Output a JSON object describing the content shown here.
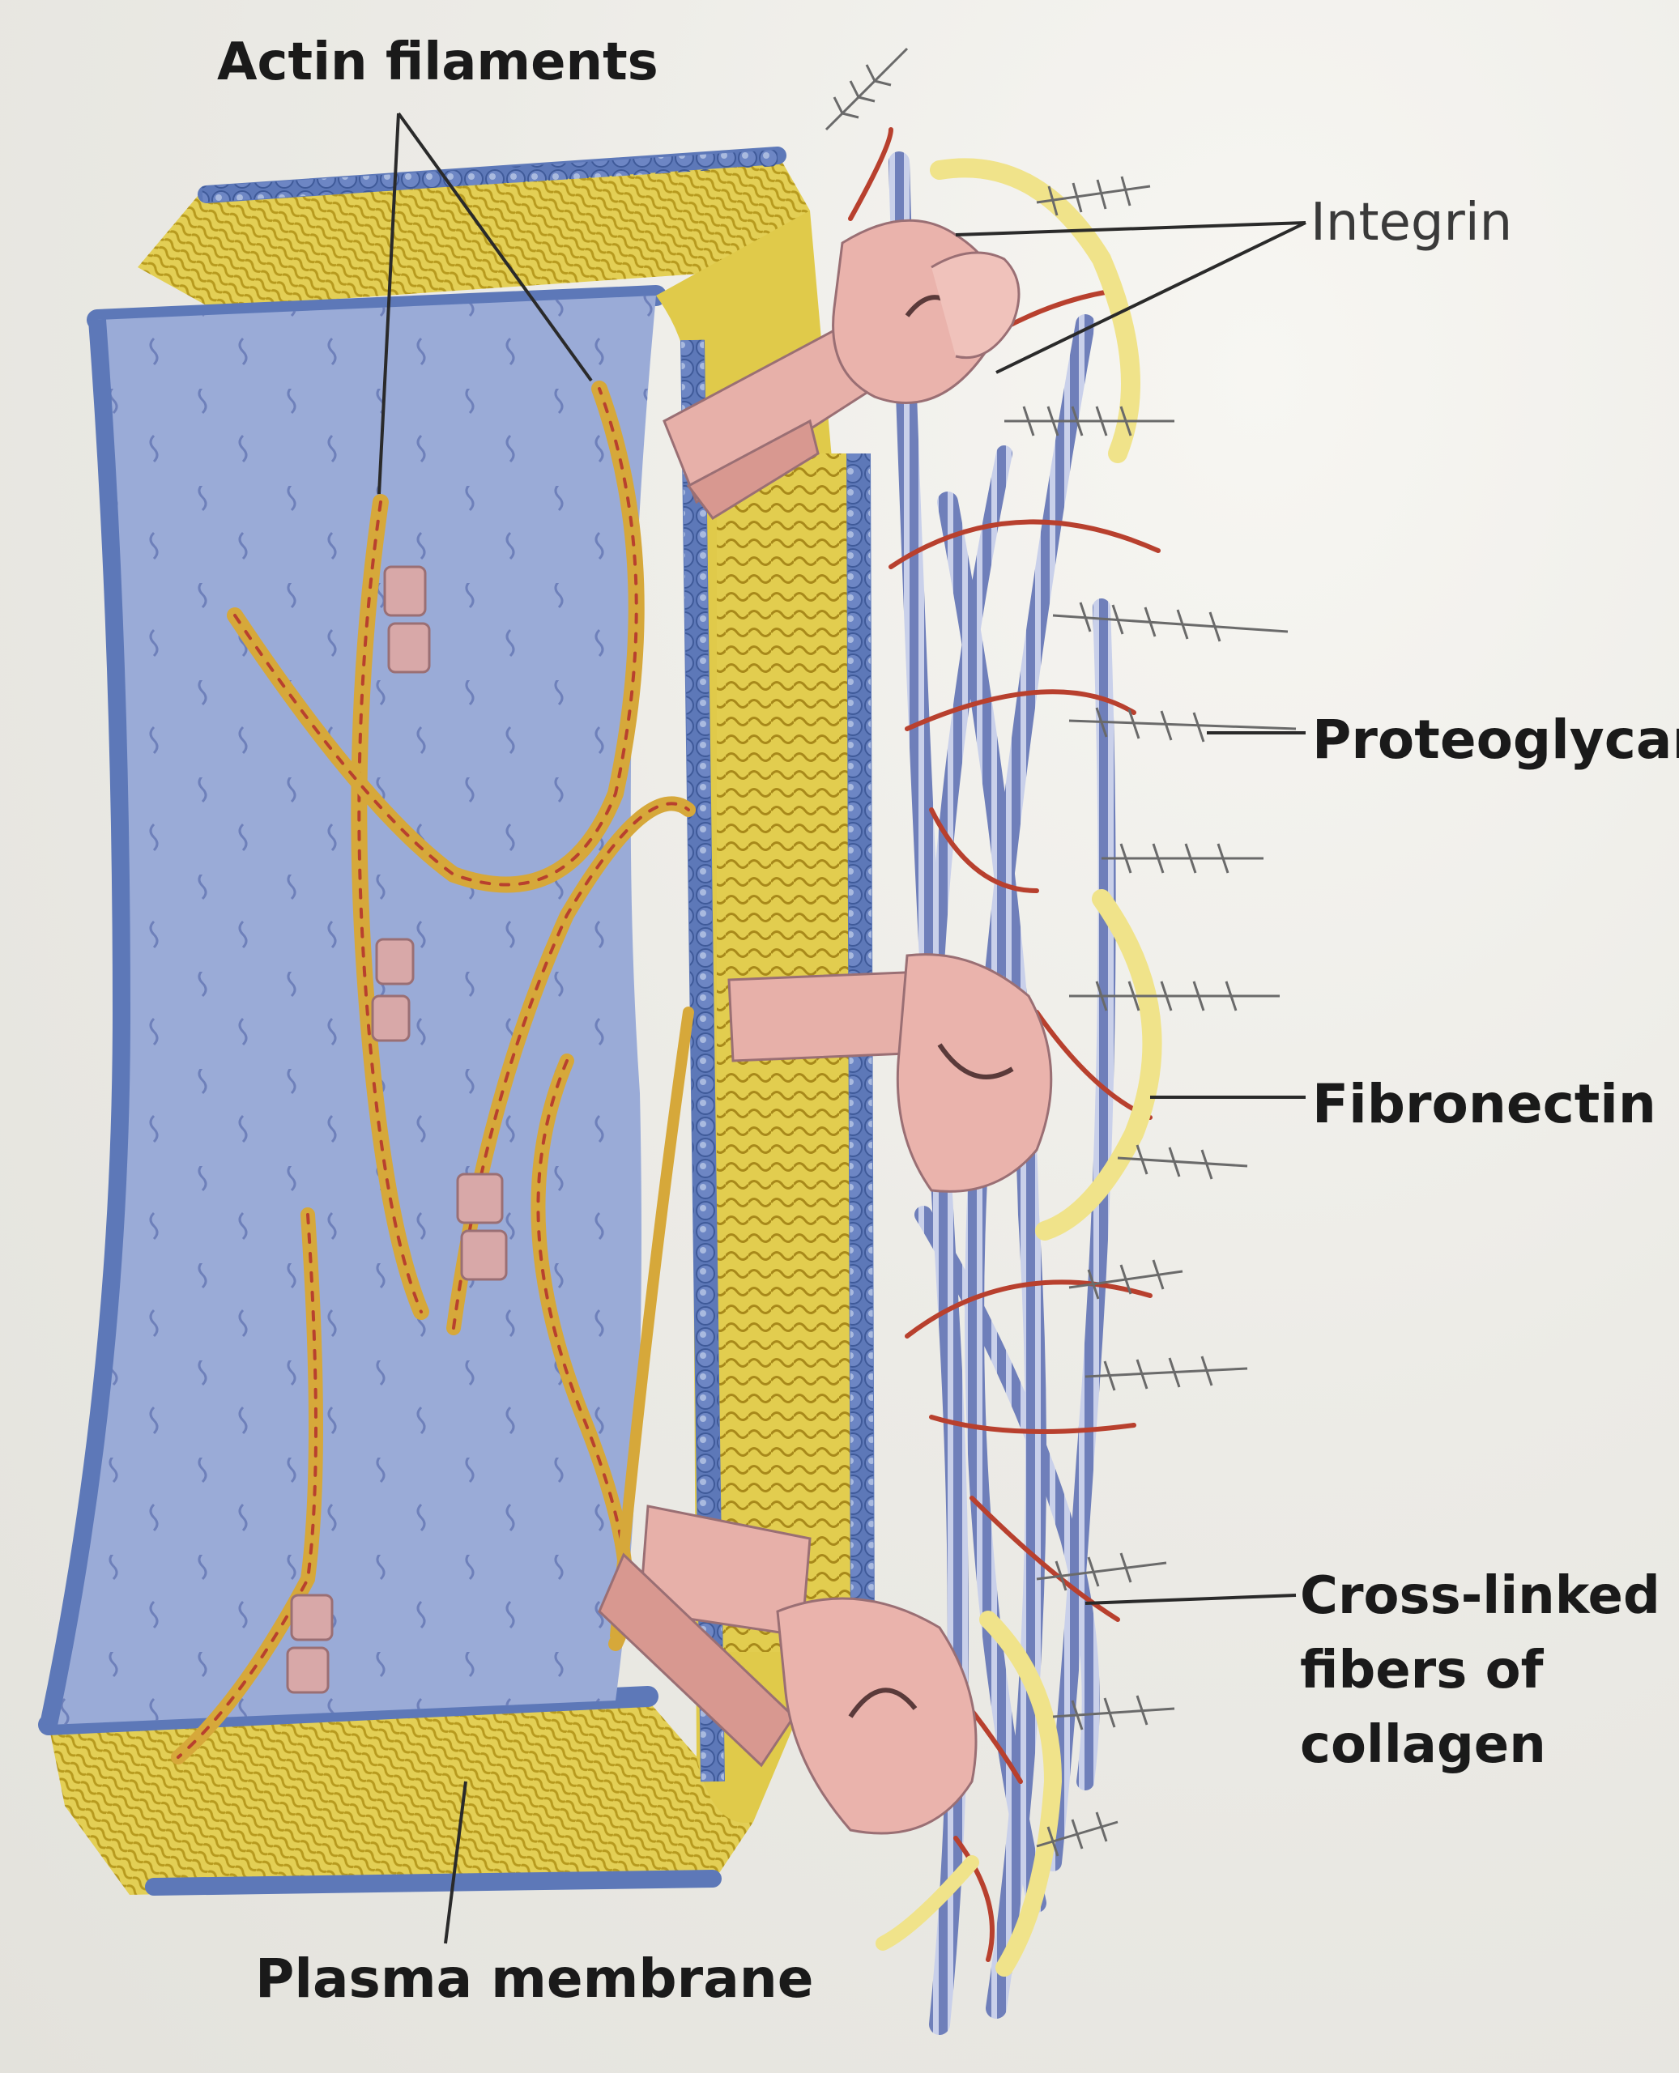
{
  "labels": {
    "actin_filaments": "Actin filaments",
    "integrin": "Integrin",
    "proteoglycan": "Proteoglycan",
    "fibronectin": "Fibronectin",
    "collagen_line1": "Cross-linked",
    "collagen_line2": "fibers of",
    "collagen_line3": "collagen",
    "plasma_membrane": "Plasma membrane"
  },
  "colors": {
    "cytoplasm_face": "#9aaad6",
    "lipid_heads": "#5d78b8",
    "lipid_tails": "#d8c23c",
    "actin": "#d7a93a",
    "integrin": "#eab3ac",
    "collagen": "#6a79b3",
    "fibronectin": "#f0e48a",
    "fibronectin_thread": "#b8402e",
    "proteoglycan": "#6a6a6a"
  }
}
